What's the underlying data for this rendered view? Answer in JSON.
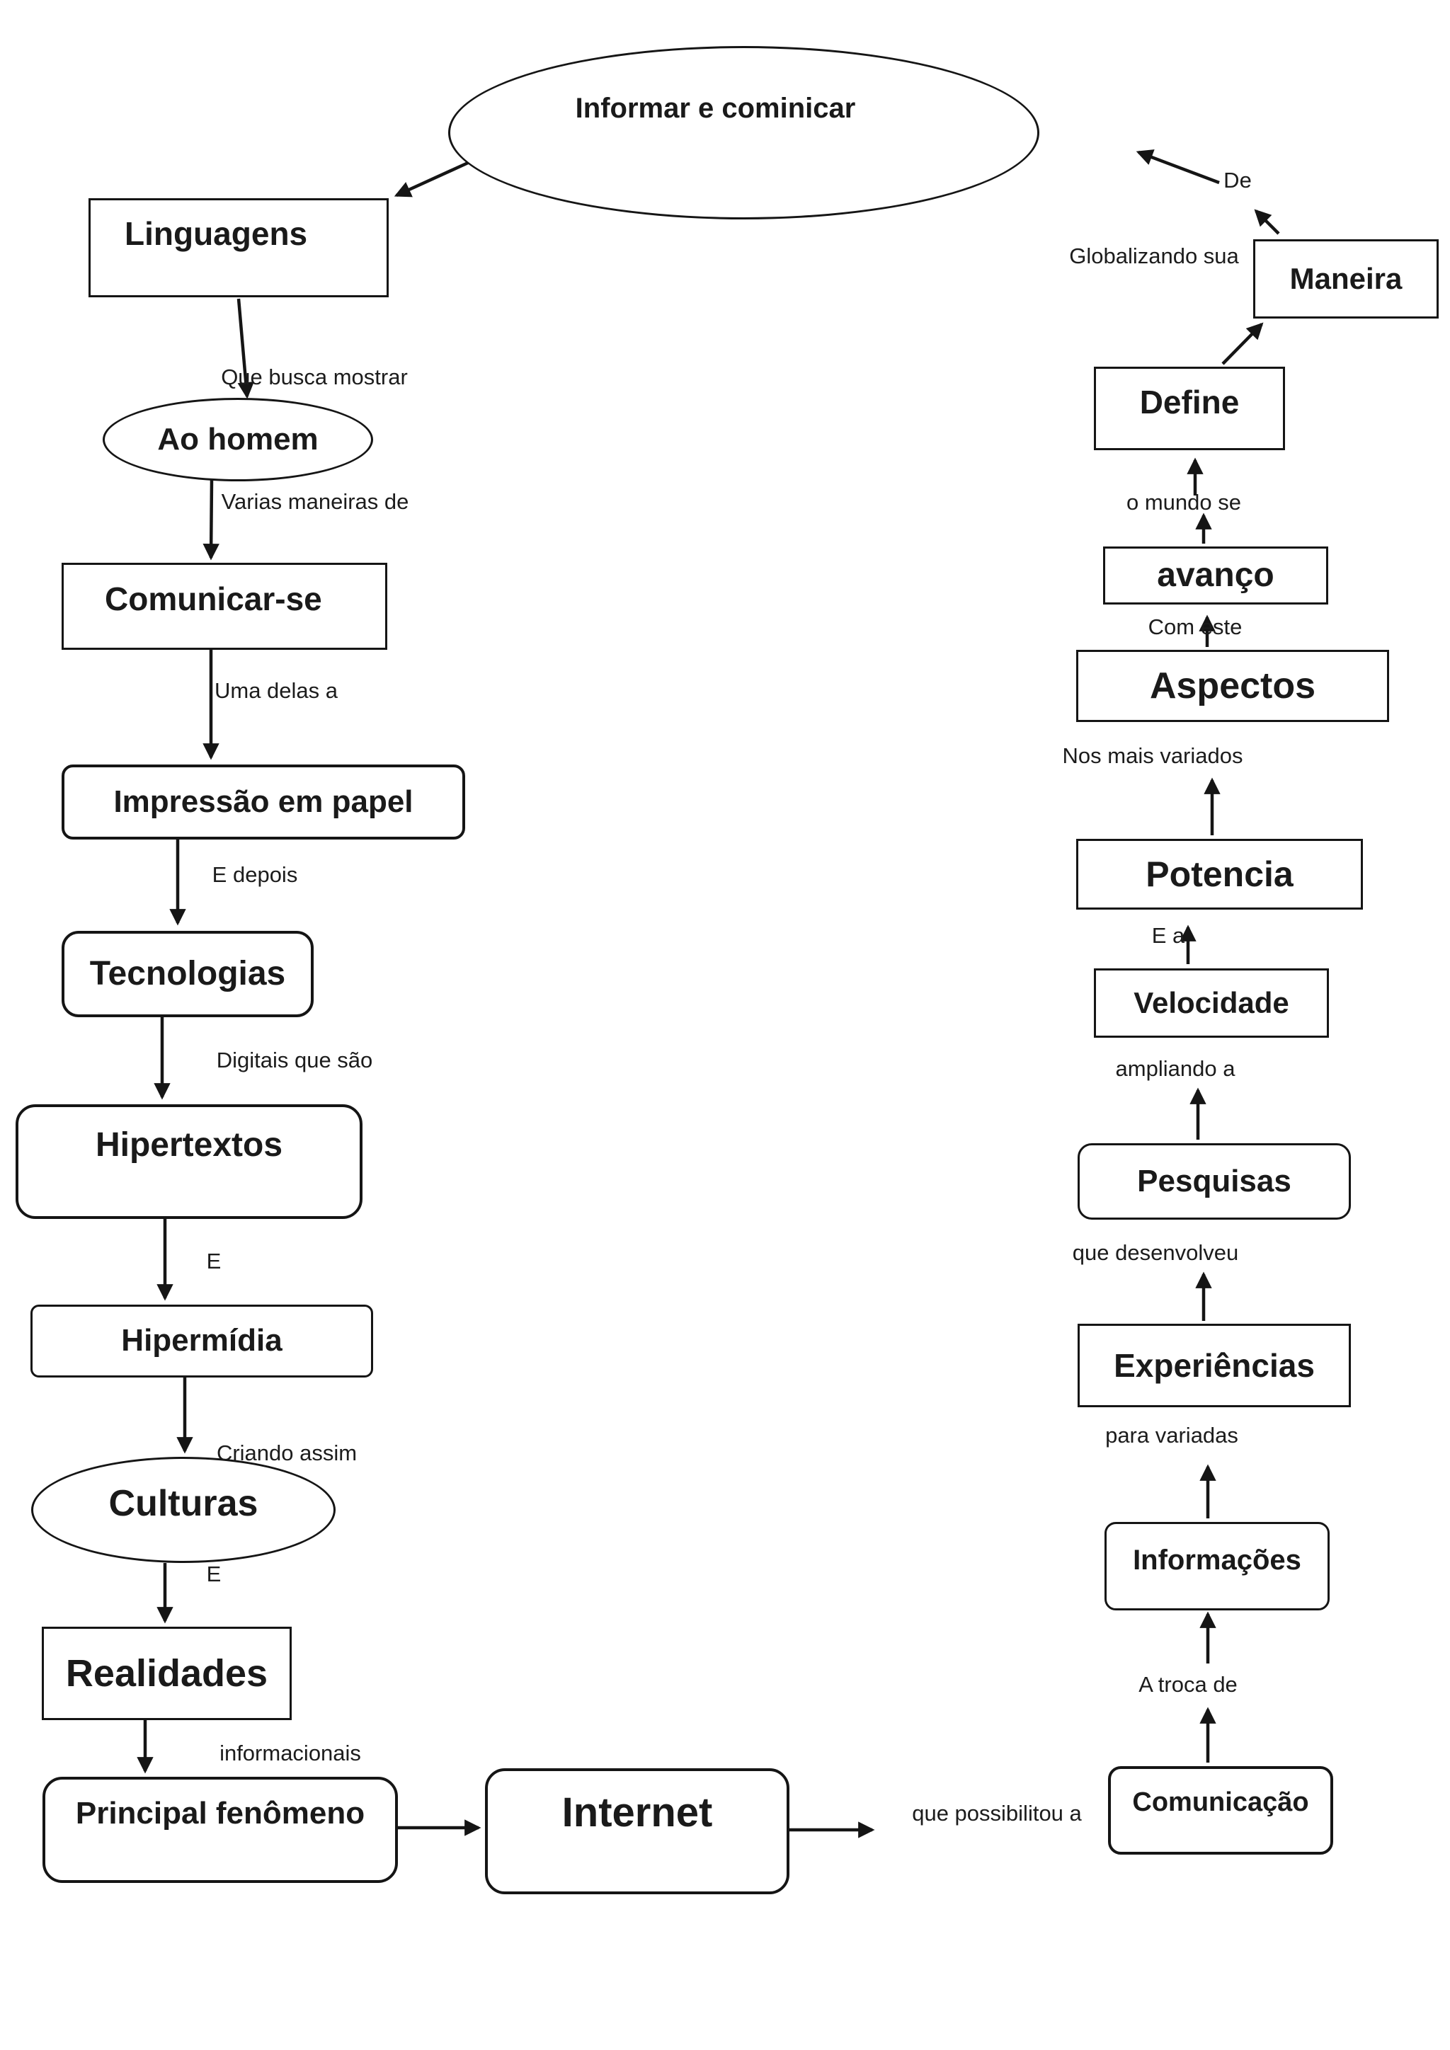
{
  "page": {
    "background": "#ffffff",
    "ink": "#1a1a1a",
    "type": "concept-map"
  },
  "nodes": {
    "root": "Informar e cominicar",
    "linguagens": "Linguagens",
    "ao_homem": "Ao homem",
    "comunicar_se": "Comunicar-se",
    "impressao": "Impressão em papel",
    "tecnologias": "Tecnologias",
    "hipertextos": "Hipertextos",
    "hipermidia": "Hipermídia",
    "culturas": "Culturas",
    "realidades": "Realidades",
    "principal": "Principal fenômeno",
    "internet": "Internet",
    "comunicacao": "Comunicação",
    "informacoes": "Informações",
    "experiencias": "Experiências",
    "pesquisas": "Pesquisas",
    "velocidade": "Velocidade",
    "potencia": "Potencia",
    "aspectos": "Aspectos",
    "avanco": "avanço",
    "define": "Define",
    "maneira": "Maneira"
  },
  "edge_labels": {
    "que_busca_mostrar": "Que busca mostrar",
    "varias_maneiras": "Varias maneiras de",
    "uma_delas": "Uma delas a",
    "e_depois": "E depois",
    "digitais": "Digitais que são",
    "e1": "E",
    "criando_assim": "Criando assim",
    "e2": "E",
    "informacionais": "informacionais",
    "que_possibilitou": "que possibilitou a",
    "a_troca_de": "A troca de",
    "para_variadas": "para variadas",
    "que_desenvolveu": "que desenvolveu",
    "ampliando": "ampliando a",
    "e_a": "E a",
    "nos_mais_variados": "Nos mais variados",
    "com_este": "Com este",
    "o_mundo_se": "o mundo se",
    "globalizando": "Globalizando sua",
    "de": "De"
  }
}
